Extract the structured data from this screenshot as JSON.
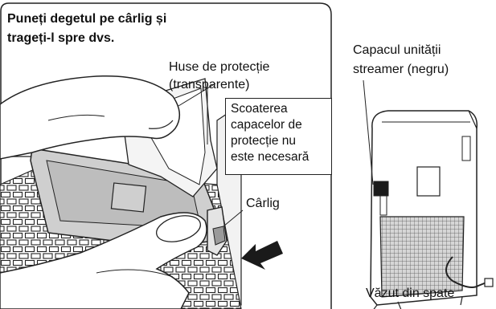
{
  "instruction": {
    "line1": "Puneți degetul pe cârlig și",
    "line2": "trageți-l spre dvs."
  },
  "labels": {
    "covers_line1": "Huse de protecție",
    "covers_line2": "(transparente)",
    "note_lines": [
      "Scoaterea",
      "capacelor de",
      "protecție nu",
      "este necesară"
    ],
    "hook": "Cârlig",
    "streamer_line1": "Capacul unității",
    "streamer_line2": "streamer (negru)",
    "rear_view": "Văzut din spate"
  }
}
